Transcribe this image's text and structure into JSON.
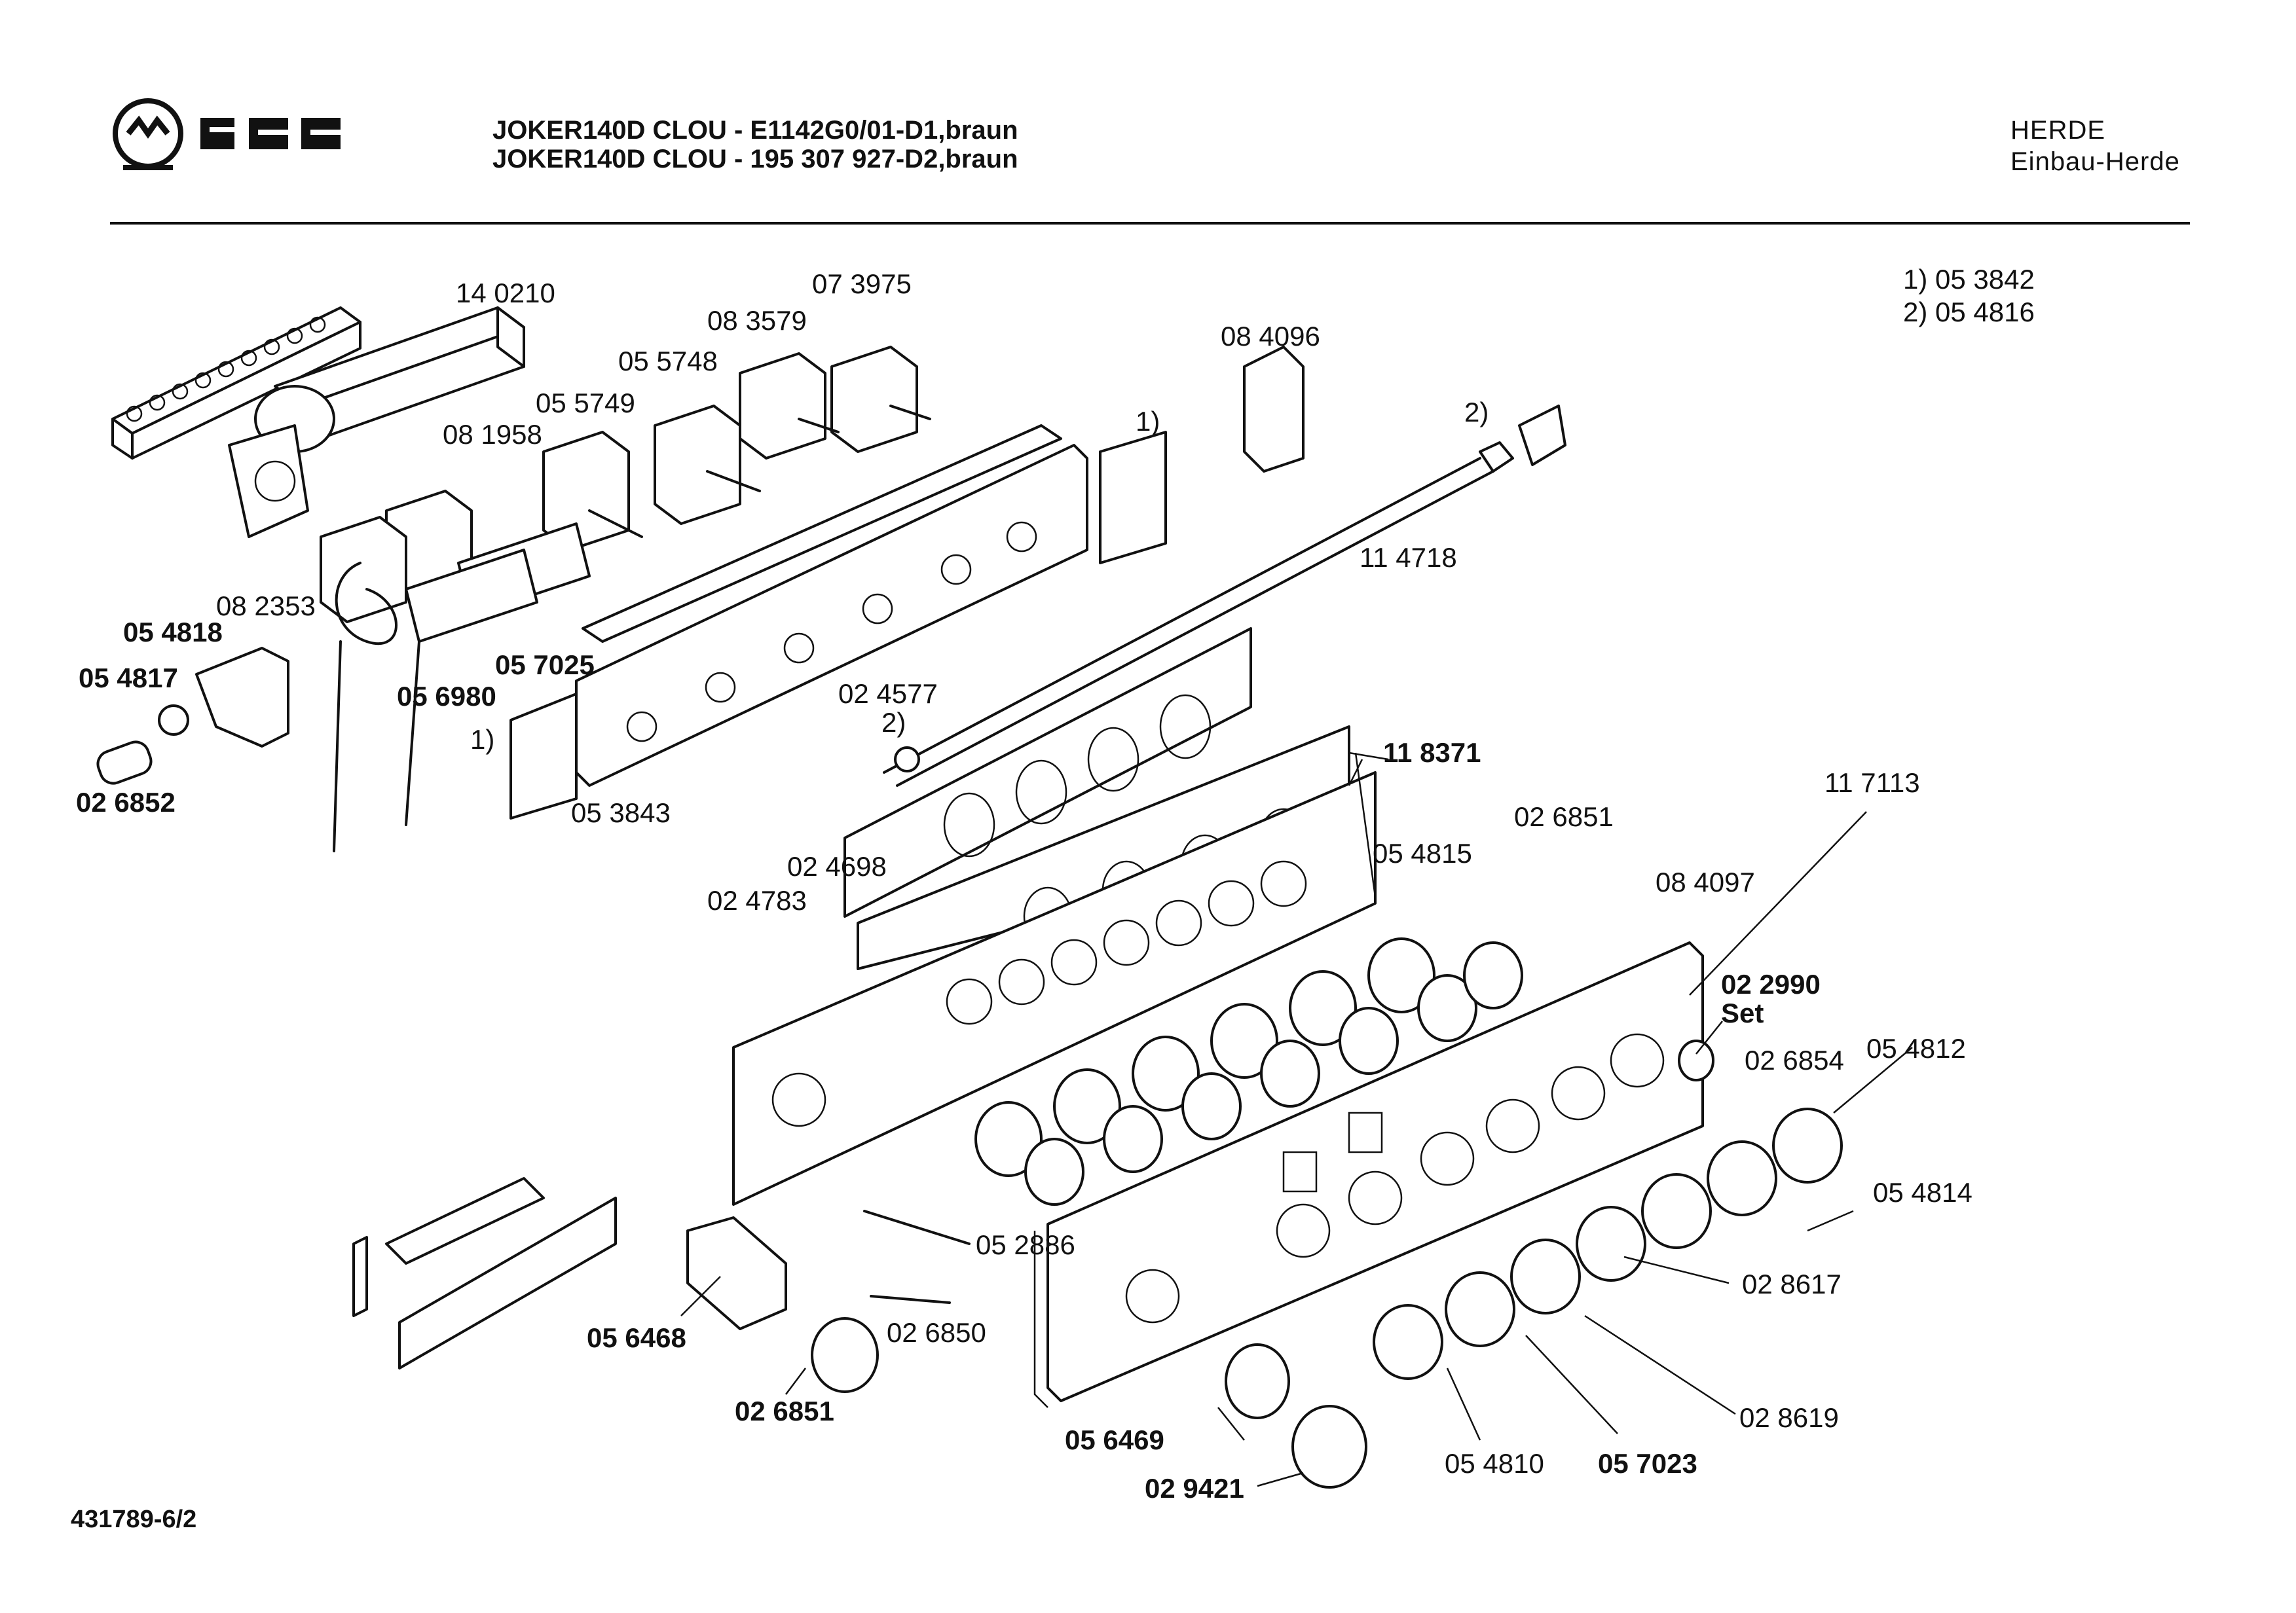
{
  "brand": "NEFF",
  "header": {
    "line1": "JOKER140D CLOU - E1142G0/01-D1,braun",
    "line2": "JOKER140D CLOU - 195 307 927-D2,braun"
  },
  "category": {
    "line1": "HERDE",
    "line2": "Einbau-Herde"
  },
  "notes": [
    "1) 05 3842",
    "2) 05 4816"
  ],
  "document_number": "431789-6/2",
  "parts": [
    {
      "id": "p140210",
      "label": "14 0210",
      "bold": false
    },
    {
      "id": "p073975",
      "label": "07 3975",
      "bold": false
    },
    {
      "id": "p083579",
      "label": "08 3579",
      "bold": false
    },
    {
      "id": "p055748",
      "label": "05 5748",
      "bold": false
    },
    {
      "id": "p055749",
      "label": "05 5749",
      "bold": false
    },
    {
      "id": "p081958",
      "label": "08 1958",
      "bold": false
    },
    {
      "id": "p084096",
      "label": "08 4096",
      "bold": false
    },
    {
      "id": "ref1a",
      "label": "1)",
      "bold": false
    },
    {
      "id": "ref2a",
      "label": "2)",
      "bold": false
    },
    {
      "id": "p082353",
      "label": "08 2353",
      "bold": false
    },
    {
      "id": "p114718",
      "label": "11 4718",
      "bold": false
    },
    {
      "id": "p054818",
      "label": "05 4818",
      "bold": true
    },
    {
      "id": "p054817",
      "label": "05 4817",
      "bold": true
    },
    {
      "id": "p057025",
      "label": "05 7025",
      "bold": true
    },
    {
      "id": "p056980",
      "label": "05 6980",
      "bold": true
    },
    {
      "id": "p024577",
      "label": "02 4577",
      "bold": false
    },
    {
      "id": "ref1b",
      "label": "1)",
      "bold": false
    },
    {
      "id": "ref2b",
      "label": "2)",
      "bold": false
    },
    {
      "id": "p118371",
      "label": "11 8371",
      "bold": true
    },
    {
      "id": "p026852",
      "label": "02 6852",
      "bold": true
    },
    {
      "id": "p053843",
      "label": "05 3843",
      "bold": false
    },
    {
      "id": "p117113",
      "label": "11 7113",
      "bold": false
    },
    {
      "id": "p024698",
      "label": "02 4698",
      "bold": false
    },
    {
      "id": "p026851a",
      "label": "02 6851",
      "bold": false
    },
    {
      "id": "p054815",
      "label": "05 4815",
      "bold": false
    },
    {
      "id": "p024783",
      "label": "02 4783",
      "bold": false
    },
    {
      "id": "p084097",
      "label": "08 4097",
      "bold": false
    },
    {
      "id": "p022990",
      "label": "02 2990",
      "bold": true
    },
    {
      "id": "pset",
      "label": "Set",
      "bold": true
    },
    {
      "id": "p026854",
      "label": "02 6854",
      "bold": false
    },
    {
      "id": "p054812",
      "label": "05 4812",
      "bold": false
    },
    {
      "id": "p054814",
      "label": "05 4814",
      "bold": false
    },
    {
      "id": "p052886",
      "label": "05 2886",
      "bold": false
    },
    {
      "id": "p028617",
      "label": "02 8617",
      "bold": false
    },
    {
      "id": "p056468",
      "label": "05 6468",
      "bold": true
    },
    {
      "id": "p026850",
      "label": "02 6850",
      "bold": false
    },
    {
      "id": "p026851b",
      "label": "02 6851",
      "bold": true
    },
    {
      "id": "p028619",
      "label": "02 8619",
      "bold": false
    },
    {
      "id": "p056469",
      "label": "05 6469",
      "bold": true
    },
    {
      "id": "p054810",
      "label": "05 4810",
      "bold": false
    },
    {
      "id": "p057023",
      "label": "05 7023",
      "bold": true
    },
    {
      "id": "p029421",
      "label": "02 9421",
      "bold": true
    }
  ]
}
